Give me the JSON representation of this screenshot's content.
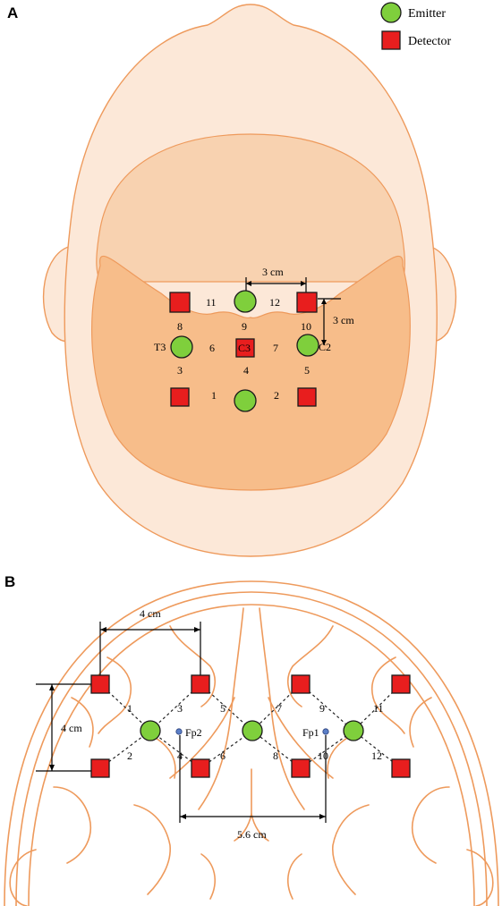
{
  "legend": {
    "emitter_label": "Emitter",
    "detector_label": "Detector",
    "emitter_color": "#7fcf3c",
    "detector_color": "#e81e1e"
  },
  "panel_a": {
    "label": "A",
    "electrodes": [
      "T3",
      "C3",
      "C2"
    ],
    "channels": [
      "1",
      "2",
      "3",
      "4",
      "5",
      "6",
      "7",
      "8",
      "9",
      "10",
      "11",
      "12"
    ],
    "dim_horizontal": "3 cm",
    "dim_vertical": "3 cm"
  },
  "panel_b": {
    "label": "B",
    "references": [
      "Fp2",
      "Fp1"
    ],
    "channels": [
      "1",
      "2",
      "3",
      "4",
      "5",
      "6",
      "7",
      "8",
      "9",
      "10",
      "11",
      "12"
    ],
    "dim_top": "4 cm",
    "dim_left": "4 cm",
    "dim_bottom": "5.6 cm"
  }
}
